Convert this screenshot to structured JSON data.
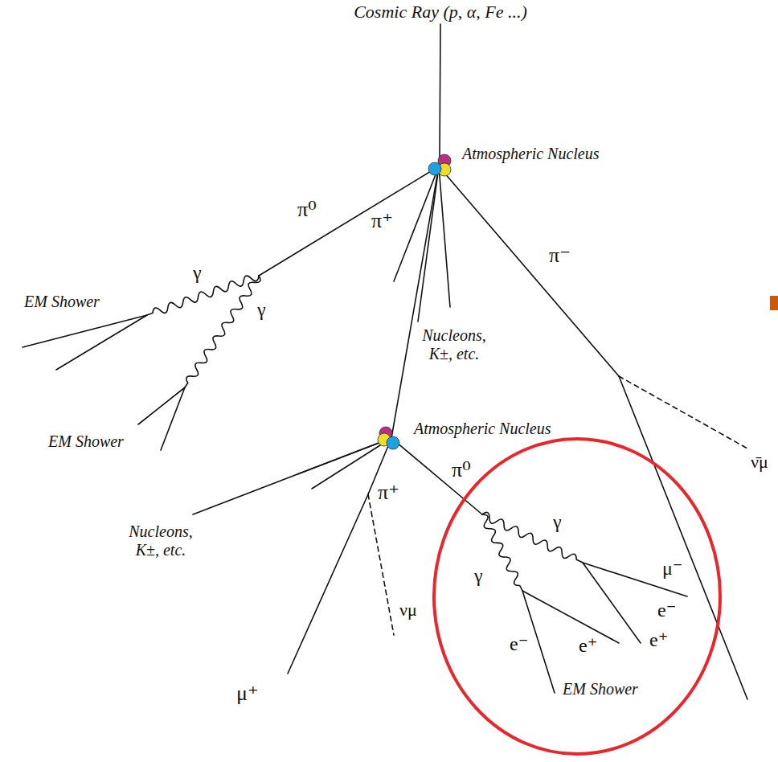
{
  "diagram": {
    "labels": [
      "Cosmic Ray (p, α, Fe ...)",
      "Atmospheric Nucleus",
      "π⁰",
      "π⁺",
      "π⁻",
      "γ",
      "EM Shower",
      "γ",
      "Nucleons, K±, etc.",
      "Atmospheric Nucleus",
      "EM Shower",
      "ν̄μ",
      "π⁰",
      "π⁺",
      "γ",
      "Nucleons, K±, etc.",
      "γ",
      "μ⁻",
      "e⁻",
      "νμ",
      "e⁺",
      "e⁻",
      "e⁺",
      "EM Shower",
      "μ⁺"
    ]
  }
}
